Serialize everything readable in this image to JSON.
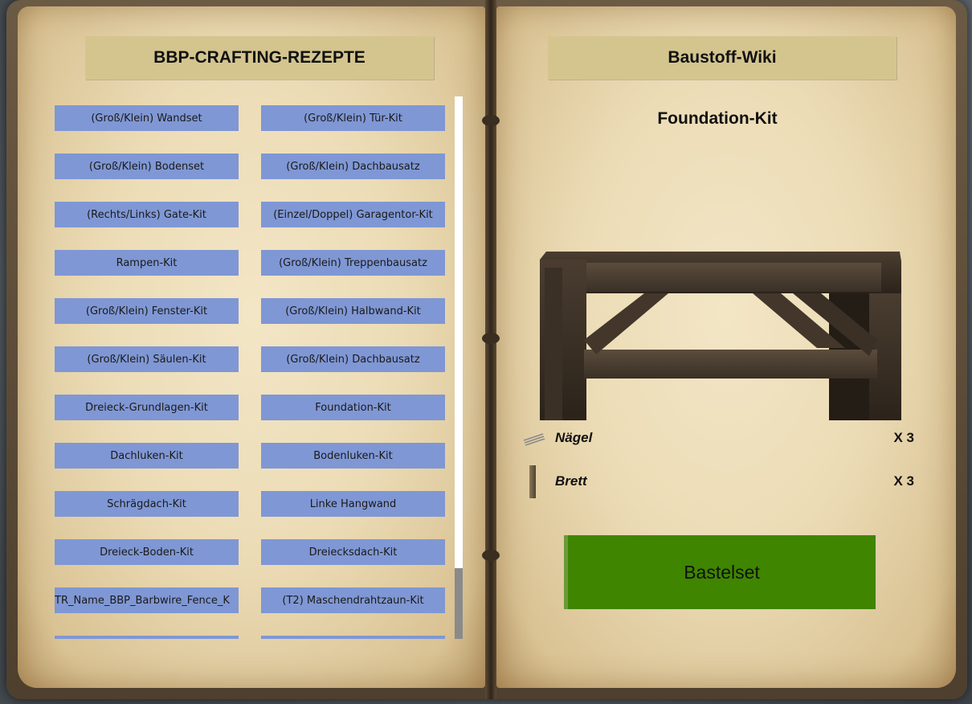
{
  "left_page": {
    "header": "BBP-CRAFTING-REZEPTE",
    "recipes": [
      "(Groß/Klein) Wandset",
      "(Groß/Klein) Tür-Kit",
      "(Groß/Klein) Bodenset",
      "(Groß/Klein) Dachbausatz",
      "(Rechts/Links) Gate-Kit",
      "(Einzel/Doppel) Garagentor-Kit",
      "Rampen-Kit",
      "(Groß/Klein) Treppenbausatz",
      "(Groß/Klein) Fenster-Kit",
      "(Groß/Klein) Halbwand-Kit",
      "(Groß/Klein) Säulen-Kit",
      "(Groß/Klein) Dachbausatz",
      "Dreieck-Grundlagen-Kit",
      "Foundation-Kit",
      "Dachluken-Kit",
      "Bodenluken-Kit",
      "Schrägdach-Kit",
      "Linke Hangwand",
      "Dreieck-Boden-Kit",
      "Dreiecksdach-Kit",
      "TR_Name_BBP_Barbwire_Fence_K",
      "(T2) Maschendrahtzaun-Kit",
      "",
      ""
    ]
  },
  "right_page": {
    "header": "Baustoff-Wiki",
    "item_title": "Foundation-Kit",
    "ingredients": [
      {
        "name": "Nägel",
        "qty": "X 3",
        "icon": "nails-icon"
      },
      {
        "name": "Brett",
        "qty": "X 3",
        "icon": "plank-icon"
      }
    ],
    "craft_button": "Bastelset"
  },
  "colors": {
    "recipe_button": "#7f97d4",
    "header_bg": "#d4c58f",
    "craft_button": "#3f8500"
  }
}
